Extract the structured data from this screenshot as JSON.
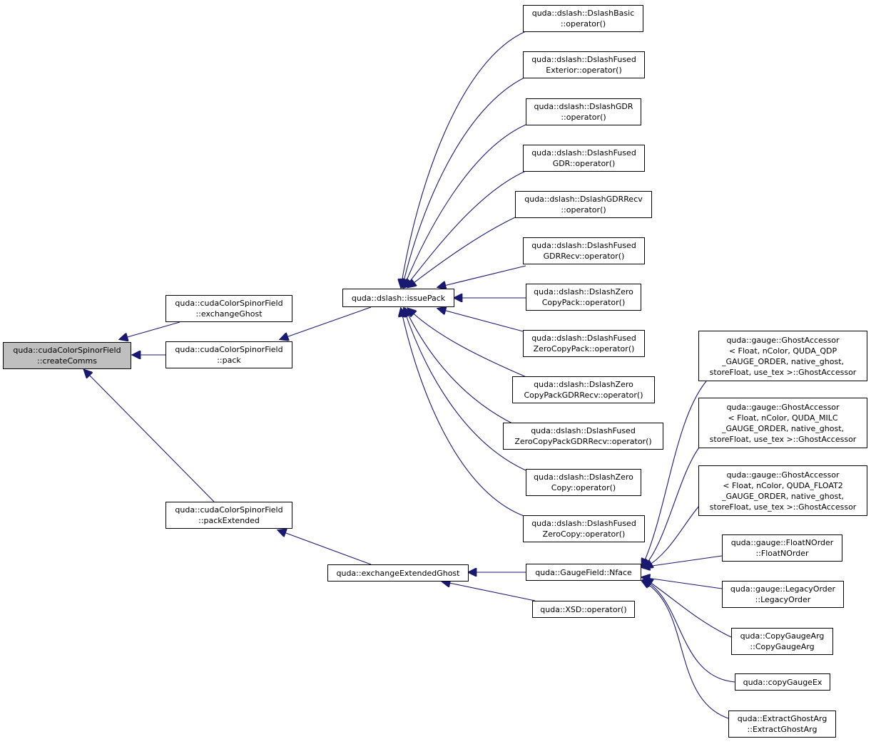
{
  "colors": {
    "edge": "#191970",
    "node_border": "#000000",
    "root_fill": "#bfbfbf",
    "node_fill": "#ffffff"
  },
  "nodes": {
    "root": [
      "quda::cudaColorSpinorField",
      "::createComms"
    ],
    "exchangeGhost": [
      "quda::cudaColorSpinorField",
      "::exchangeGhost"
    ],
    "pack": [
      "quda::cudaColorSpinorField",
      "::pack"
    ],
    "packExtended": [
      "quda::cudaColorSpinorField",
      "::packExtended"
    ],
    "issuePack": [
      "quda::dslash::issuePack"
    ],
    "exchangeExtendedGhost": [
      "quda::exchangeExtendedGhost"
    ],
    "dslashBasic": [
      "quda::dslash::DslashBasic",
      "::operator()"
    ],
    "fusedExterior": [
      "quda::dslash::DslashFused",
      "Exterior::operator()"
    ],
    "gdr": [
      "quda::dslash::DslashGDR",
      "::operator()"
    ],
    "fusedGdr": [
      "quda::dslash::DslashFused",
      "GDR::operator()"
    ],
    "gdrRecv": [
      "quda::dslash::DslashGDRRecv",
      "::operator()"
    ],
    "fusedGdrRecv": [
      "quda::dslash::DslashFused",
      "GDRRecv::operator()"
    ],
    "zeroCopyPack": [
      "quda::dslash::DslashZero",
      "CopyPack::operator()"
    ],
    "fusedZeroCopyPack": [
      "quda::dslash::DslashFused",
      "ZeroCopyPack::operator()"
    ],
    "zeroCopyPackGdrRecv": [
      "quda::dslash::DslashZero",
      "CopyPackGDRRecv::operator()"
    ],
    "fusedZeroCopyPackGdrRecv": [
      "quda::dslash::DslashFused",
      "ZeroCopyPackGDRRecv::operator()"
    ],
    "zeroCopy": [
      "quda::dslash::DslashZero",
      "Copy::operator()"
    ],
    "fusedZeroCopy": [
      "quda::dslash::DslashFused",
      "ZeroCopy::operator()"
    ],
    "nface": [
      "quda::GaugeField::Nface"
    ],
    "xsd": [
      "quda::XSD::operator()"
    ],
    "ghostQdp": [
      "quda::gauge::GhostAccessor",
      "< Float, nColor, QUDA_QDP",
      "_GAUGE_ORDER, native_ghost,",
      " storeFloat, use_tex >::GhostAccessor"
    ],
    "ghostMilc": [
      "quda::gauge::GhostAccessor",
      "< Float, nColor, QUDA_MILC",
      "_GAUGE_ORDER, native_ghost,",
      " storeFloat, use_tex >::GhostAccessor"
    ],
    "ghostFloat2": [
      "quda::gauge::GhostAccessor",
      "< Float, nColor, QUDA_FLOAT2",
      "_GAUGE_ORDER, native_ghost,",
      " storeFloat, use_tex >::GhostAccessor"
    ],
    "floatNOrder": [
      "quda::gauge::FloatNOrder",
      "::FloatNOrder"
    ],
    "legacyOrder": [
      "quda::gauge::LegacyOrder",
      "::LegacyOrder"
    ],
    "copyGaugeArg": [
      "quda::CopyGaugeArg",
      "::CopyGaugeArg"
    ],
    "copyGaugeEx": [
      "quda::copyGaugeEx"
    ],
    "extractGhostArg": [
      "quda::ExtractGhostArg",
      "::ExtractGhostArg"
    ]
  }
}
